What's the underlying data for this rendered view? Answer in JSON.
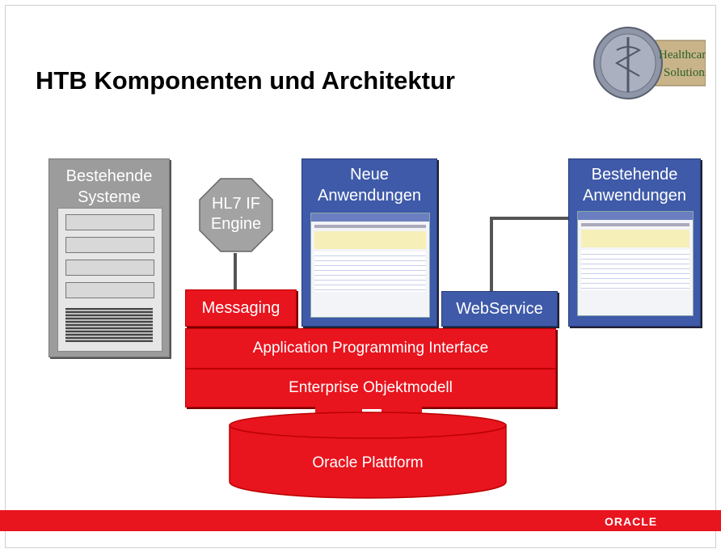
{
  "slide": {
    "title": "HTB Komponenten und Architektur",
    "logo_line1": "Healthcare",
    "logo_line2": "Solutions",
    "footer_brand": "ORACLE"
  },
  "diagram": {
    "legacy_systems": "Bestehende Systeme",
    "hl7_engine": "HL7 IF Engine",
    "new_apps": "Neue Anwendungen",
    "existing_apps": "Bestehende Anwendungen",
    "messaging": "Messaging",
    "webservice": "WebService",
    "api": "Application Programming Interface",
    "object_model": "Enterprise Objektmodell",
    "platform": "Oracle Plattform"
  },
  "colors": {
    "red": "#e8141e",
    "blue": "#3f5aa8",
    "gray": "#9a9a9a"
  }
}
